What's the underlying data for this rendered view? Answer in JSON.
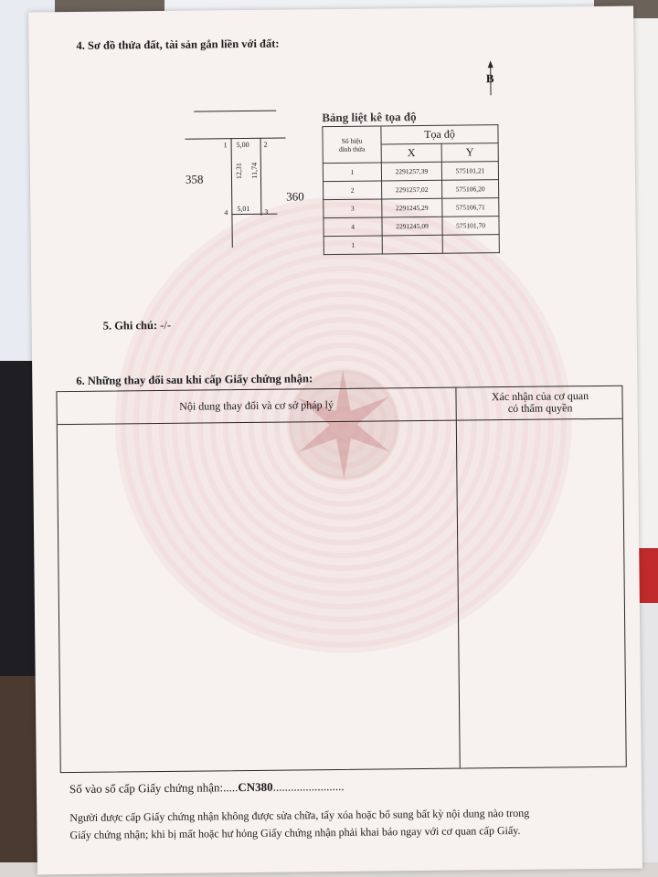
{
  "section4": {
    "title": "4. Sơ đồ thửa đất, tài sản gắn liền với đất:"
  },
  "north": {
    "label": "B"
  },
  "sketch": {
    "neighbor_left": "358",
    "neighbor_right": "360",
    "top_edge": "5,00",
    "bottom_edge": "5,01",
    "left_edge": "12,31",
    "right_edge": "11,74",
    "pt1": "1",
    "pt2": "2",
    "pt3": "3",
    "pt4": "4"
  },
  "coord_table": {
    "title": "Bảng liệt kê tọa độ",
    "col_sohieu_line1": "Số hiệu",
    "col_sohieu_line2": "đỉnh thửa",
    "col_toado": "Tọa độ",
    "col_x": "X",
    "col_y": "Y",
    "rows": [
      {
        "id": "1",
        "x": "2291257,39",
        "y": "575101,21"
      },
      {
        "id": "2",
        "x": "2291257,02",
        "y": "575106,20"
      },
      {
        "id": "3",
        "x": "2291245,29",
        "y": "575106,71"
      },
      {
        "id": "4",
        "x": "2291245,09",
        "y": "575101,70"
      },
      {
        "id": "1",
        "x": "",
        "y": ""
      }
    ]
  },
  "section5": {
    "title": "5. Ghi chú:",
    "value": " -/-"
  },
  "section6": {
    "title": "6. Những thay đổi sau khi cấp Giấy chứng nhận:",
    "col_content": "Nội dung thay đổi và cơ sở pháp lý",
    "col_confirm_line1": "Xác nhận của cơ quan",
    "col_confirm_line2": "có thẩm quyền"
  },
  "register": {
    "label": "Số vào sổ cấp Giấy chứng nhận:.....",
    "value": "CN380",
    "trail": "........................"
  },
  "notice": {
    "line1": "Người được cấp Giấy chứng nhận không được sửa chữa, tẩy xóa hoặc bổ sung bất kỳ nội dung nào trong",
    "line2": "Giấy chứng nhận; khi bị mất hoặc hư hỏng Giấy chứng nhận phải khai báo ngay với cơ quan cấp Giấy."
  },
  "colors": {
    "paper": "#f7f2f0",
    "ink": "#1d1a1c",
    "watermark": "#d49a9a"
  }
}
